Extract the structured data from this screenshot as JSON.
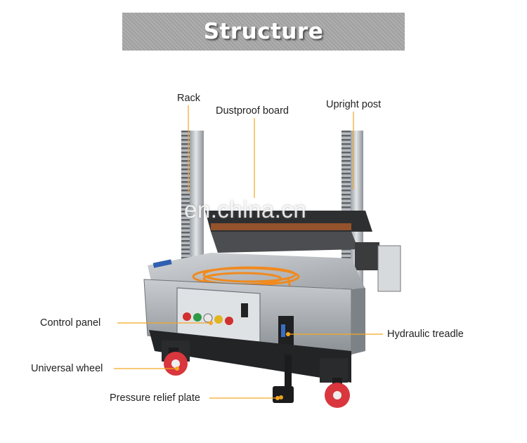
{
  "header": {
    "title": "Structure"
  },
  "labels": {
    "rack": "Rack",
    "dustproof_board": "Dustproof board",
    "upright_post": "Upright post",
    "control_panel": "Control panel",
    "hydraulic_treadle": "Hydraulic treadle",
    "universal_wheel": "Universal wheel",
    "pressure_relief_plate": "Pressure relief plate"
  },
  "watermark": "en.china.cn",
  "colors": {
    "leader_line": "#f5a623",
    "banner": "#a9a9a9",
    "cable": "#f08a1f",
    "wheel": "#d9363e"
  }
}
